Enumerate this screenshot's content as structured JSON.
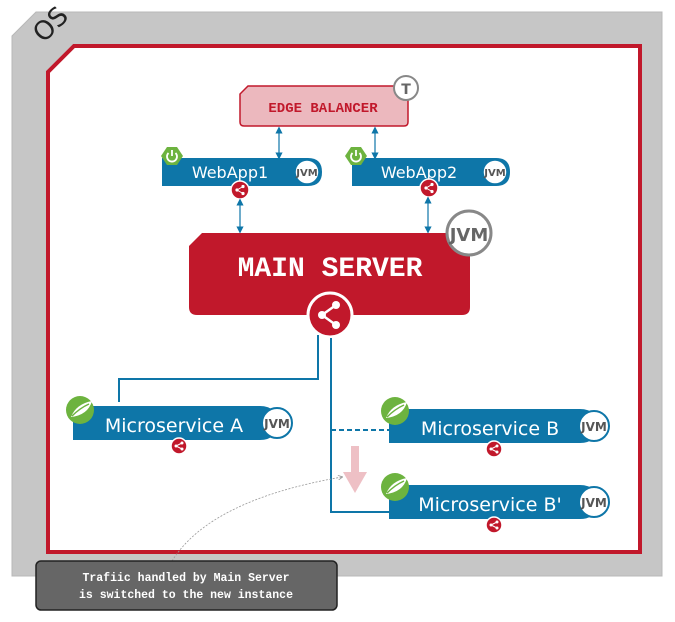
{
  "os": {
    "label": "OS"
  },
  "edge_balancer": {
    "label": "EDGE BALANCER",
    "badge": "T"
  },
  "webapps": [
    {
      "label": "WebApp1",
      "runtime": "JVM",
      "framework_icon": "spring-boot-power-icon",
      "connector_icon": "share-icon"
    },
    {
      "label": "WebApp2",
      "runtime": "JVM",
      "framework_icon": "spring-boot-power-icon",
      "connector_icon": "share-icon"
    }
  ],
  "main_server": {
    "label": "MAIN SERVER",
    "runtime": "JVM",
    "connector_icon": "share-icon"
  },
  "microservices": [
    {
      "label": "Microservice A",
      "runtime": "JVM",
      "framework_icon": "spring-leaf-icon",
      "connection": "solid"
    },
    {
      "label": "Microservice B",
      "runtime": "JVM",
      "framework_icon": "spring-leaf-icon",
      "connection": "dashed"
    },
    {
      "label": "Microservice B'",
      "runtime": "JVM",
      "framework_icon": "spring-leaf-icon",
      "connection": "solid"
    }
  ],
  "callout": {
    "line1": "Trafiic handled by Main Server",
    "line2": "is switched to the new instance"
  },
  "colors": {
    "os_gray": "#c6c6c6",
    "frame_red": "#c1182b",
    "edge_fill": "#ecb8be",
    "service_blue": "#0e76a8",
    "spring_green": "#6db33f",
    "jvm_gray": "#7a7a7a",
    "arrow_pink": "#eec0c5",
    "callout_fill": "#666666"
  }
}
